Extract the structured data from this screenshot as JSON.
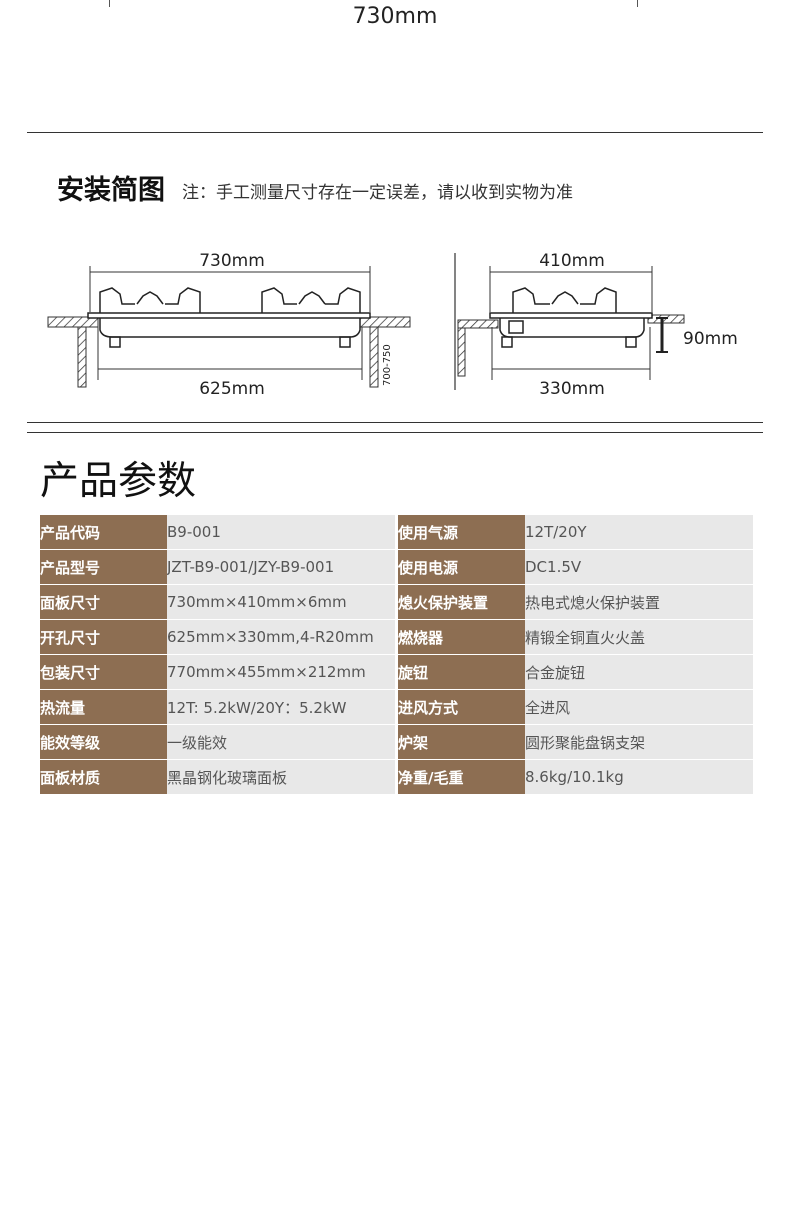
{
  "top_dimension": "730mm",
  "install": {
    "title": "安装简图",
    "note": "注：手工测量尺寸存在一定误差，请以收到实物为准"
  },
  "diagram": {
    "front_top": "730mm",
    "front_bottom": "625mm",
    "front_side": "700-750",
    "side_top": "410mm",
    "side_bottom": "330mm",
    "side_right": "90mm"
  },
  "params": {
    "title": "产品参数",
    "rows": [
      {
        "l1": "产品代码",
        "v1": "B9-001",
        "l2": "使用气源",
        "v2": "12T/20Y"
      },
      {
        "l1": "产品型号",
        "v1": "JZT-B9-001/JZY-B9-001",
        "l2": "使用电源",
        "v2": "DC1.5V"
      },
      {
        "l1": "面板尺寸",
        "v1": "730mm×410mm×6mm",
        "l2": "熄火保护装置",
        "v2": "热电式熄火保护装置"
      },
      {
        "l1": "开孔尺寸",
        "v1": "625mm×330mm,4-R20mm",
        "l2": "燃烧器",
        "v2": "精锻全铜直火火盖"
      },
      {
        "l1": "包装尺寸",
        "v1": "770mm×455mm×212mm",
        "l2": "旋钮",
        "v2": "合金旋钮"
      },
      {
        "l1": "热流量",
        "v1": "12T: 5.2kW/20Y：5.2kW",
        "l2": "进风方式",
        "v2": "全进风"
      },
      {
        "l1": "能效等级",
        "v1": "一级能效",
        "l2": "炉架",
        "v2": "圆形聚能盘锅支架"
      },
      {
        "l1": "面板材质",
        "v1": "黑晶钢化玻璃面板",
        "l2": "净重/毛重",
        "v2": "8.6kg/10.1kg"
      }
    ]
  }
}
